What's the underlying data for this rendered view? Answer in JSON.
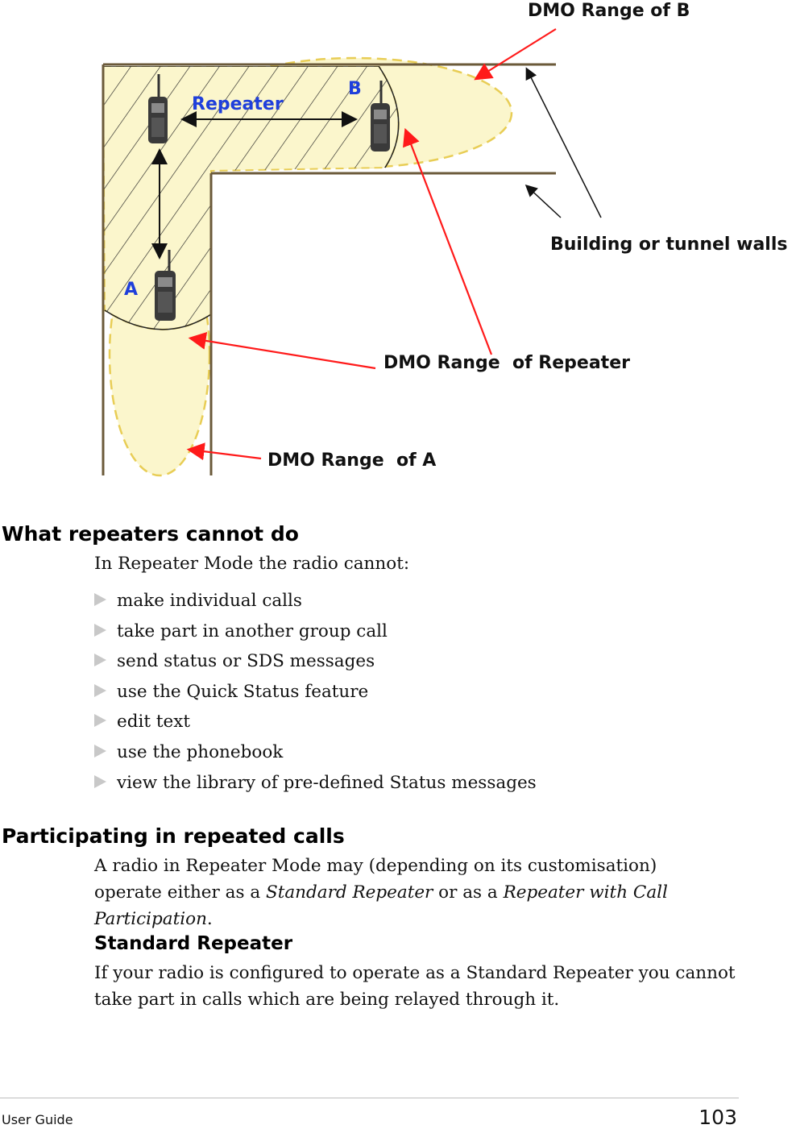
{
  "diagram": {
    "label_dmo_b": "DMO Range of B",
    "label_repeater": "Repeater",
    "label_b": "B",
    "label_a": "A",
    "label_walls": "Building or tunnel walls",
    "label_dmo_repeater": "DMO Range  of Repeater",
    "label_dmo_a": "DMO Range  of A",
    "colors": {
      "range_fill": "#fbf6cc",
      "range_border": "#e8cd55",
      "arrow_red": "#ff1a1a",
      "label_blue": "#1f3fdb",
      "wall": "#6b5a3a"
    }
  },
  "sections": {
    "cannot": {
      "heading": "What repeaters cannot do",
      "intro": "In Repeater Mode the radio cannot:",
      "items": [
        "make individual calls",
        "take part in another group call",
        "send status or SDS messages",
        "use the Quick Status feature",
        "edit text",
        "use the phonebook",
        "view the library of pre-defined Status messages"
      ]
    },
    "participating": {
      "heading": "Participating in repeated calls",
      "p1_start": "A radio in Repeater Mode may (depending on its customisation) operate either as a ",
      "p1_em1": "Standard Repeater",
      "p1_mid": " or as a ",
      "p1_em2": "Repeater with Call Participation",
      "p1_end": "."
    },
    "standard": {
      "heading": "Standard Repeater",
      "text": "If your radio is configured to operate as a Standard Repeater you cannot take part in calls which are being relayed through it."
    }
  },
  "footer": {
    "left": "User Guide",
    "page": "103"
  }
}
